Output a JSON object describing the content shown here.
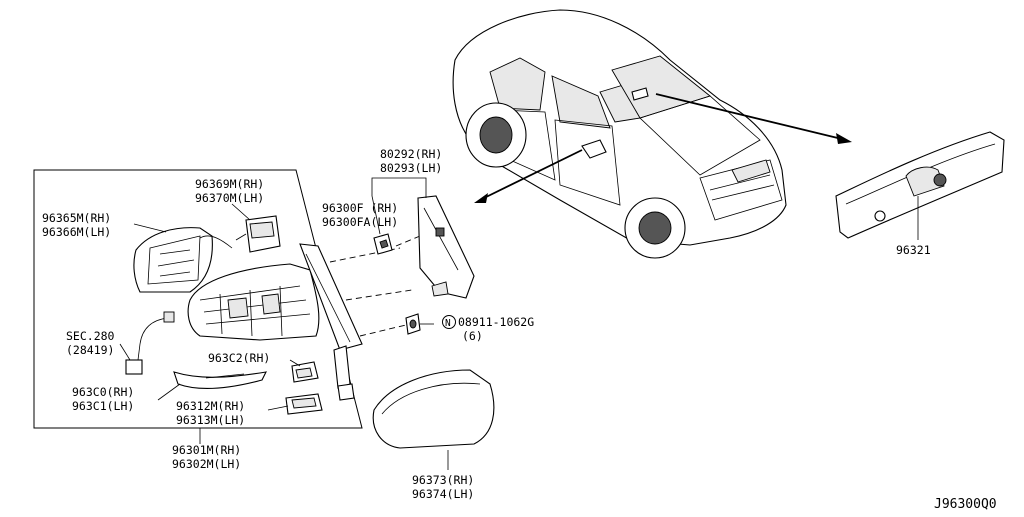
{
  "diagram_id": "J96300Q0",
  "labels": {
    "p80292": "80292(RH)",
    "p80293": "80293(LH)",
    "p96369m": "96369M(RH)",
    "p96370m": "96370M(LH)",
    "p96365m": "96365M(RH)",
    "p96366m": "96366M(LH)",
    "p96300f": "96300F (RH)",
    "p96300fa": "96300FA(LH)",
    "sec280": "SEC.280",
    "sec280_ref": "(28419)",
    "p963c2": "963C2(RH)",
    "p963c0": "963C0(RH)",
    "p963c1": "963C1(LH)",
    "p96312m": "96312M(RH)",
    "p96313m": "96313M(LH)",
    "p96301m": "96301M(RH)",
    "p96302m": "96302M(LH)",
    "nut_symbol": "N",
    "p08911": "08911-1062G",
    "p08911_qty": "(6)",
    "p96373": "96373(RH)",
    "p96374": "96374(LH)",
    "p96321": "96321"
  }
}
